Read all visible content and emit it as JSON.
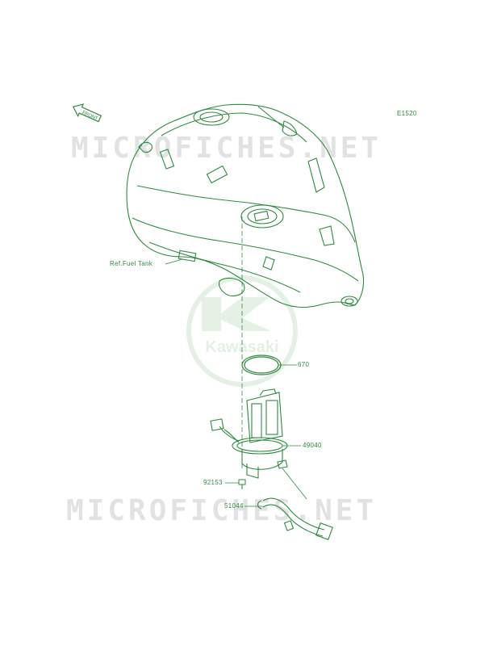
{
  "page": {
    "diagram_code": "E1520"
  },
  "watermark": {
    "text": "MICROFICHES.NET",
    "logo_text": "Kawasaki"
  },
  "front_marker": "FRONT",
  "callouts": {
    "fuel_tank": "Ref.Fuel Tank",
    "o_ring": "670",
    "fuel_pump": "49040",
    "bolt": "92153",
    "hose": "51044"
  },
  "colors": {
    "line": "#2f8a3f",
    "watermark": "#e2e2e2",
    "background": "#ffffff"
  }
}
